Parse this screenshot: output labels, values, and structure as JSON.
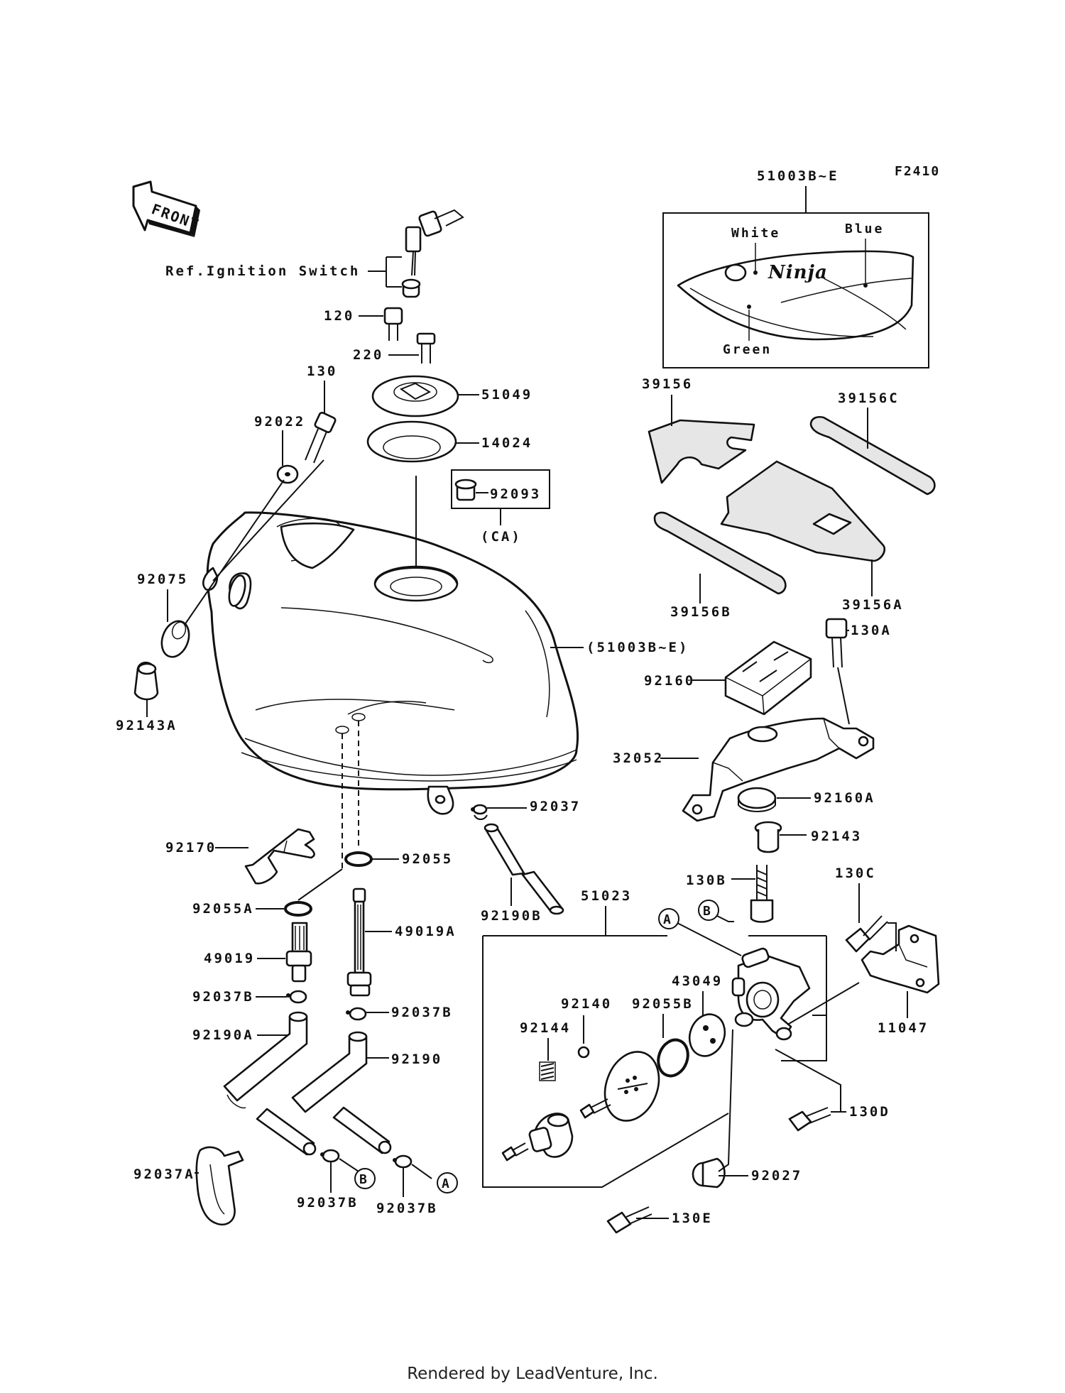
{
  "diagram_code": "F2410",
  "front_label": "FRONT",
  "ignition_note": "Ref.Ignition Switch",
  "decal_set_label": "51003B~E",
  "decal_colors": {
    "white": "White",
    "blue": "Blue",
    "green": "Green"
  },
  "decal_logo": "Ninja",
  "ca_note": "(CA)",
  "tank_label": "(51003B~E)",
  "labels": {
    "p120": "120",
    "p220": "220",
    "p130": "130",
    "p92022": "92022",
    "p51049": "51049",
    "p14024": "14024",
    "p92093": "92093",
    "p92075": "92075",
    "p92143A": "92143A",
    "p39156": "39156",
    "p39156C": "39156C",
    "p39156A": "39156A",
    "p39156B": "39156B",
    "p130A": "130A",
    "p92160": "92160",
    "p32052": "32052",
    "p92160A": "92160A",
    "p92143": "92143",
    "p130B": "130B",
    "p130C": "130C",
    "p11047": "11047",
    "p92170": "92170",
    "p92037_top": "92037",
    "p92055": "92055",
    "p92190B": "92190B",
    "p51023": "51023",
    "p92055A": "92055A",
    "p49019": "49019",
    "p49019A": "49019A",
    "p92037B_l": "92037B",
    "p92037B_r": "92037B",
    "p92190A": "92190A",
    "p92190": "92190",
    "p92037A": "92037A",
    "p92037B_b1": "92037B",
    "p92037B_b2": "92037B",
    "p92140": "92140",
    "p92144": "92144",
    "p92055B": "92055B",
    "p43049": "43049",
    "p130D": "130D",
    "p92027": "92027",
    "p130E": "130E"
  },
  "callouts": {
    "a": "A",
    "b": "B"
  },
  "footer": "Rendered by LeadVenture, Inc."
}
